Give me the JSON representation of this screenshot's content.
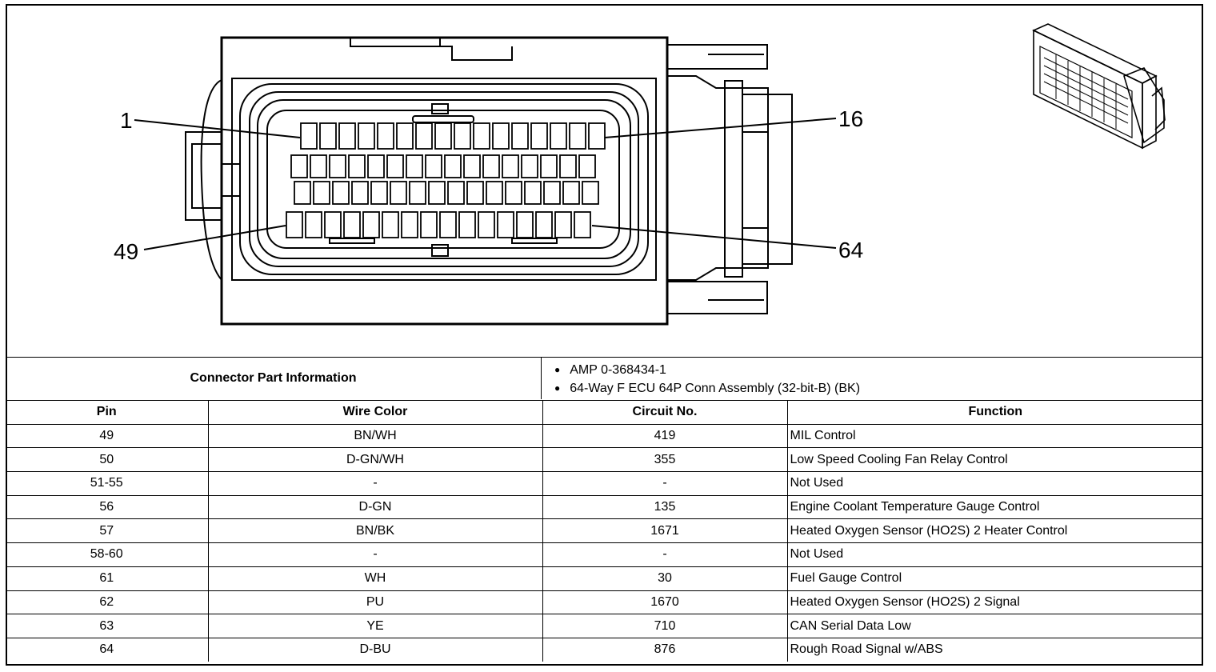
{
  "diagram": {
    "callouts": {
      "pin_1": "1",
      "pin_16": "16",
      "pin_49": "49",
      "pin_64": "64"
    }
  },
  "connector_info": {
    "label": "Connector Part Information",
    "items": [
      "AMP 0-368434-1",
      "64-Way F ECU 64P Conn Assembly (32-bit-B) (BK)"
    ]
  },
  "pin_table": {
    "headers": {
      "pin": "Pin",
      "wire_color": "Wire Color",
      "circuit_no": "Circuit No.",
      "function": "Function"
    },
    "rows": [
      {
        "pin": "49",
        "wire_color": "BN/WH",
        "circuit_no": "419",
        "function": "MIL Control"
      },
      {
        "pin": "50",
        "wire_color": "D-GN/WH",
        "circuit_no": "355",
        "function": "Low Speed Cooling Fan Relay Control"
      },
      {
        "pin": "51-55",
        "wire_color": "-",
        "circuit_no": "-",
        "function": "Not Used"
      },
      {
        "pin": "56",
        "wire_color": "D-GN",
        "circuit_no": "135",
        "function": "Engine Coolant Temperature Gauge Control"
      },
      {
        "pin": "57",
        "wire_color": "BN/BK",
        "circuit_no": "1671",
        "function": "Heated Oxygen Sensor (HO2S) 2 Heater Control"
      },
      {
        "pin": "58-60",
        "wire_color": "-",
        "circuit_no": "-",
        "function": "Not Used"
      },
      {
        "pin": "61",
        "wire_color": "WH",
        "circuit_no": "30",
        "function": "Fuel Gauge Control"
      },
      {
        "pin": "62",
        "wire_color": "PU",
        "circuit_no": "1670",
        "function": "Heated Oxygen Sensor (HO2S) 2 Signal"
      },
      {
        "pin": "63",
        "wire_color": "YE",
        "circuit_no": "710",
        "function": "CAN Serial Data Low"
      },
      {
        "pin": "64",
        "wire_color": "D-BU",
        "circuit_no": "876",
        "function": "Rough Road Signal w/ABS"
      }
    ]
  }
}
